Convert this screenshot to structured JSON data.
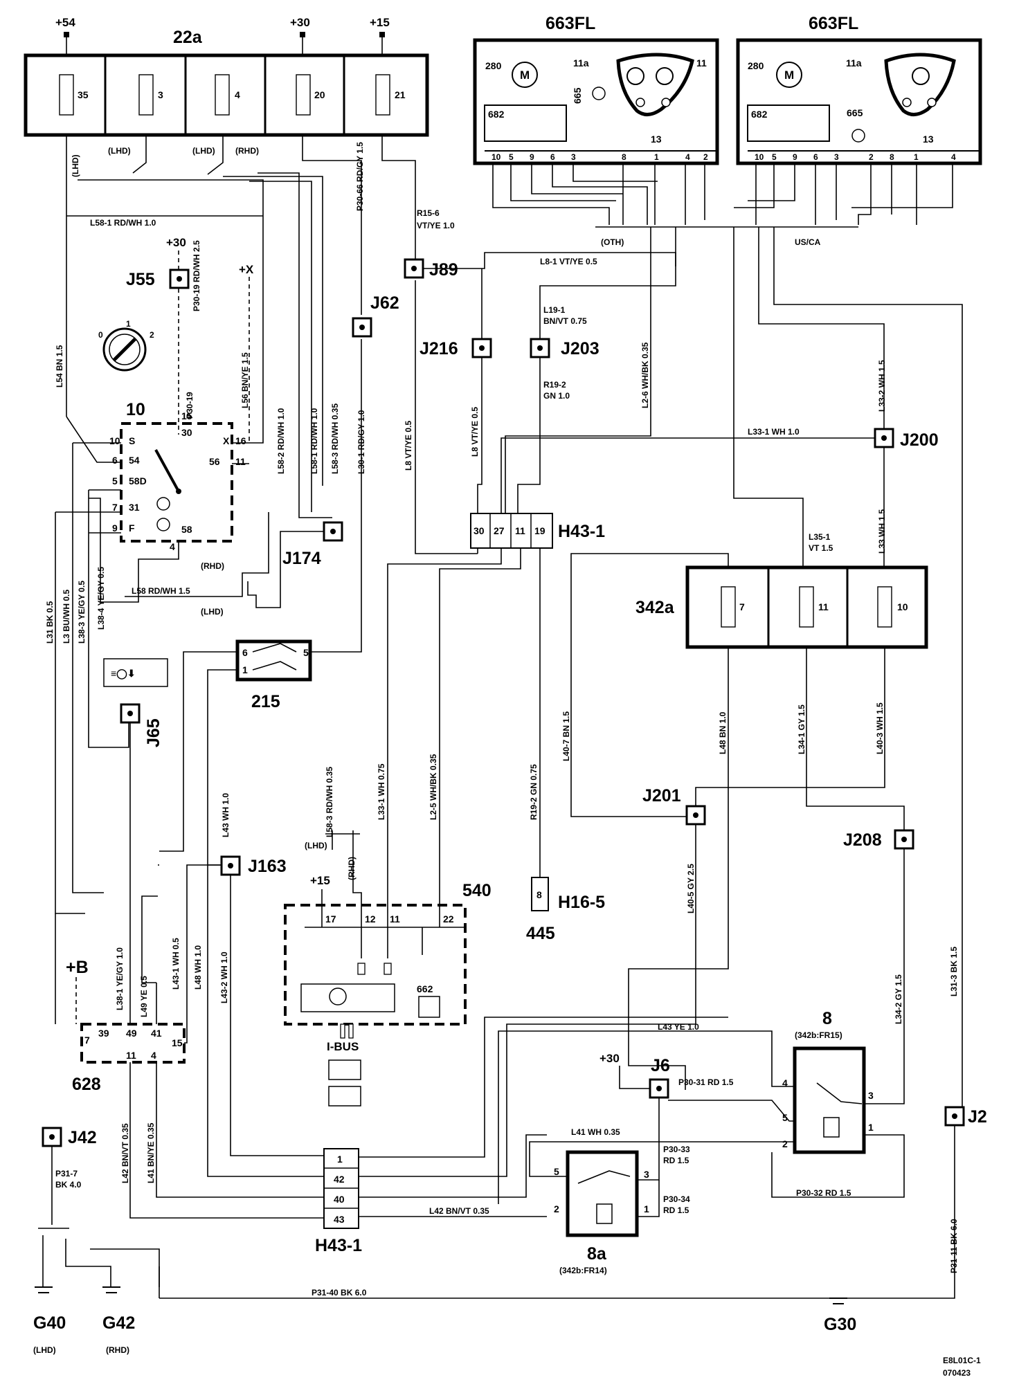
{
  "rails": {
    "p54": "+54",
    "p30": "+30",
    "p15": "+15"
  },
  "fusebox_22a": {
    "label": "22a",
    "fuses": [
      "35",
      "3",
      "4",
      "20",
      "21"
    ]
  },
  "lamp_units": [
    {
      "label": "663FL",
      "m280": "280",
      "c11a": "11a",
      "c11": "11",
      "c665": "665",
      "c682": "682",
      "c13": "13",
      "pins": [
        "10",
        "5",
        "9",
        "6",
        "3",
        "8",
        "1",
        "4",
        "2"
      ]
    },
    {
      "label": "663FL",
      "m280": "280",
      "c11a": "11a",
      "c665": "665",
      "c682": "682",
      "c13": "13",
      "pins": [
        "10",
        "5",
        "9",
        "6",
        "3",
        "2",
        "8",
        "1",
        "4"
      ]
    }
  ],
  "markets": {
    "oth": "(OTH)",
    "usca": "US/CA"
  },
  "hand_labels": {
    "lhd": "(LHD)",
    "rhd": "(RHD)"
  },
  "wires": {
    "l54": "L54  BN  1.5",
    "l58_1_top": "L58-1   RD/WH 1.0",
    "r15_6a": "R15-6",
    "r15_6b": "VT/YE  1.0",
    "l8_1": "L8-1   VT/YE   0.5",
    "l19_1a": "L19-1",
    "l19_1b": "BN/VT  0.75",
    "r19_2a": "R19-2",
    "r19_2b": "GN  1.0",
    "l2_6": "L2-6    WH/BK 0.35",
    "l33_2": "L33-2  WH  1.5",
    "l33_1": "L33-1   WH   1.0",
    "l33": "L33     WH  1.5",
    "l35_1a": "L35-1",
    "l35_1b": "VT  1.5",
    "p30_19": "P30-19     RD/WH  2.5",
    "l56": "L56   BN/YE  1.5",
    "l58_2": "L58-2    RD/WH 1.0",
    "l58_1": "L58-1   RD/WH 1.0",
    "l58_3": "L58-3   RD/WH 0.35",
    "l30_1": "L30-1   RD/GY 1.0",
    "p30_66": "P30-66   RD/GY   1.5",
    "l8_vt": "L8  VT/YE  0.5",
    "l8b": "L8     VT/YE  0.5",
    "l58": "L58   RD/WH  1.5",
    "l31": "L31  BK  0.5",
    "l3": "L3   BU/WH  0.5",
    "l38_3": "L38-3  YE/GY  0.5",
    "l38_4": "L38-4 YE/GY 0.5",
    "l48": "L48     BN  1.0",
    "l34_1": "L34-1    GY    1.5",
    "l40_3": "L40-3    WH    1.5",
    "l58_3b": "L58-3    RD/WH    0.35",
    "l33_1b": "L33-1    WH    0.75",
    "l2_5": "L2-5       WH/BK  0.35",
    "r19_2c": "R19-2    GN    0.75",
    "l40_7": "L40-7    BN  1.5",
    "l43": "L43    WH  1.0",
    "l38_1": "L38-1  YE/GY    1.0",
    "l49": "L49   YE   0.5",
    "l43_1": "L43-1  WH  0.5",
    "l48b": "L48  WH  1.0",
    "l43_2": "L43-2   WH  1.0",
    "l40_5": "L40-5     GY    2.5",
    "l34_2": "L34-2  GY 1.5",
    "l31_3": "L31-3  BK  1.5",
    "l43_ye": "L43     YE    1.0",
    "p30_31": "P30-31  RD  1.5",
    "l41_wh": "L41     WH  0.35",
    "p30_33a": "P30-33",
    "p30_33b": "RD  1.5",
    "p30_34a": "P30-34",
    "p30_34b": "RD  1.5",
    "l42_bnvt": "L42    BN/VT      0.35",
    "p30_32": "P30-32   RD   1.5",
    "l42": "L42     BN/VT  0.35",
    "l41": "L41    BN/YE  0.35",
    "p31_7a": "P31-7",
    "p31_7b": "BK 4.0",
    "p31_40": "P31-40     BK     6.0",
    "p31_11": "P31-11    BK    6.0"
  },
  "junctions": [
    "J55",
    "J62",
    "J89",
    "J216",
    "J203",
    "J200",
    "J174",
    "J65",
    "J163",
    "J201",
    "J208",
    "J6",
    "J2",
    "J42"
  ],
  "switch_10": {
    "label": "10",
    "pins": [
      "S",
      "54",
      "58D",
      "31",
      "F",
      "X",
      "56",
      "16",
      "11",
      "10",
      "6",
      "5",
      "7",
      "9",
      "4",
      "58",
      "30",
      "15"
    ],
    "pos": [
      "0",
      "1",
      "2"
    ],
    "plus30": "P30-19"
  },
  "connector_h43_1_top": {
    "label": "H43-1",
    "pins": [
      "30",
      "27",
      "11",
      "19"
    ]
  },
  "module_342a": {
    "label": "342a",
    "fuses": [
      "7",
      "11",
      "10"
    ]
  },
  "switch_215": {
    "label": "215",
    "pins": [
      "6",
      "1",
      "5"
    ]
  },
  "module_540": {
    "label": "540",
    "pins": [
      "17",
      "12",
      "11",
      "22"
    ],
    "plus15": "+15",
    "sub": "662",
    "bus": "I-BUS"
  },
  "connector_h16_5": {
    "label": "H16-5",
    "pin": "8",
    "sub": "445"
  },
  "module_628": {
    "label": "628",
    "plusb": "+B",
    "pins": [
      "7",
      "39",
      "49",
      "41",
      "15",
      "11",
      "4"
    ]
  },
  "connector_h43_1_bottom": {
    "label": "H43-1",
    "pins": [
      "1",
      "42",
      "40",
      "43"
    ]
  },
  "relay_8": {
    "label": "8",
    "sub": "(342b:FR15)",
    "pins": [
      "4",
      "5",
      "3",
      "2",
      "1"
    ]
  },
  "relay_8a": {
    "label": "8a",
    "sub": "(342b:FR14)",
    "pins": [
      "5",
      "3",
      "2",
      "1"
    ]
  },
  "plus30_j6": "+30",
  "plus30_j55": "+30",
  "plus_x": "+X",
  "grounds": [
    {
      "label": "G40",
      "sub": "(LHD)"
    },
    {
      "label": "G42",
      "sub": "(RHD)"
    },
    {
      "label": "G30",
      "sub": ""
    }
  ],
  "doc_code": [
    "E8L01C-1",
    "070423"
  ]
}
